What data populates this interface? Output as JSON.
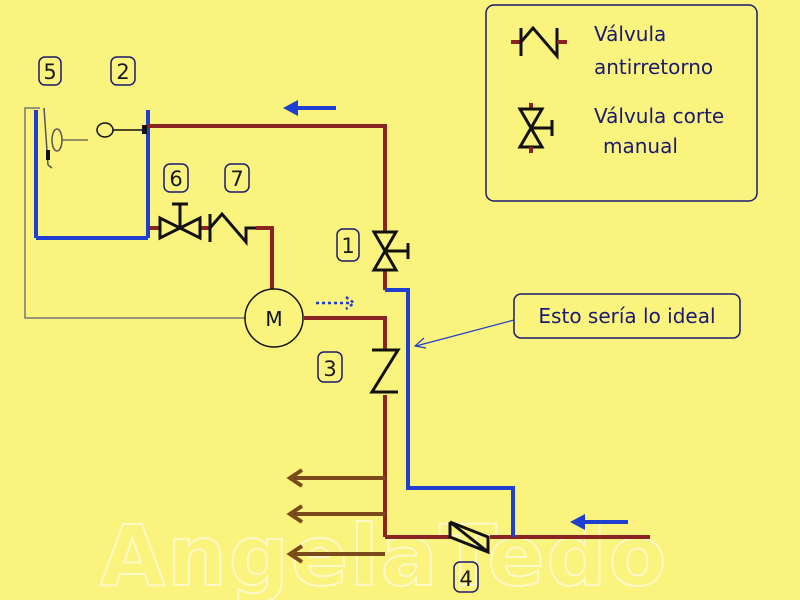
{
  "legend": {
    "check_valve_label_1": "Válvula",
    "check_valve_label_2": "antirretorno",
    "shutoff_valve_label_1": "Válvula corte",
    "shutoff_valve_label_2": "manual"
  },
  "callout": {
    "text": "Esto sería lo ideal"
  },
  "components": {
    "n1": "1",
    "n2": "2",
    "n3": "3",
    "n4": "4",
    "n5": "5",
    "n6": "6",
    "n7": "7",
    "pump": "M"
  },
  "watermark": "AngelaTedo",
  "colors": {
    "background": "#FAF37E",
    "pipe_red": "#8B2323",
    "pipe_blue": "#1F3FD0",
    "outline": "#111111",
    "grey_line": "#777777",
    "outlet_brown": "#7A4A1A",
    "arrow_blue": "#1F3FD0"
  }
}
